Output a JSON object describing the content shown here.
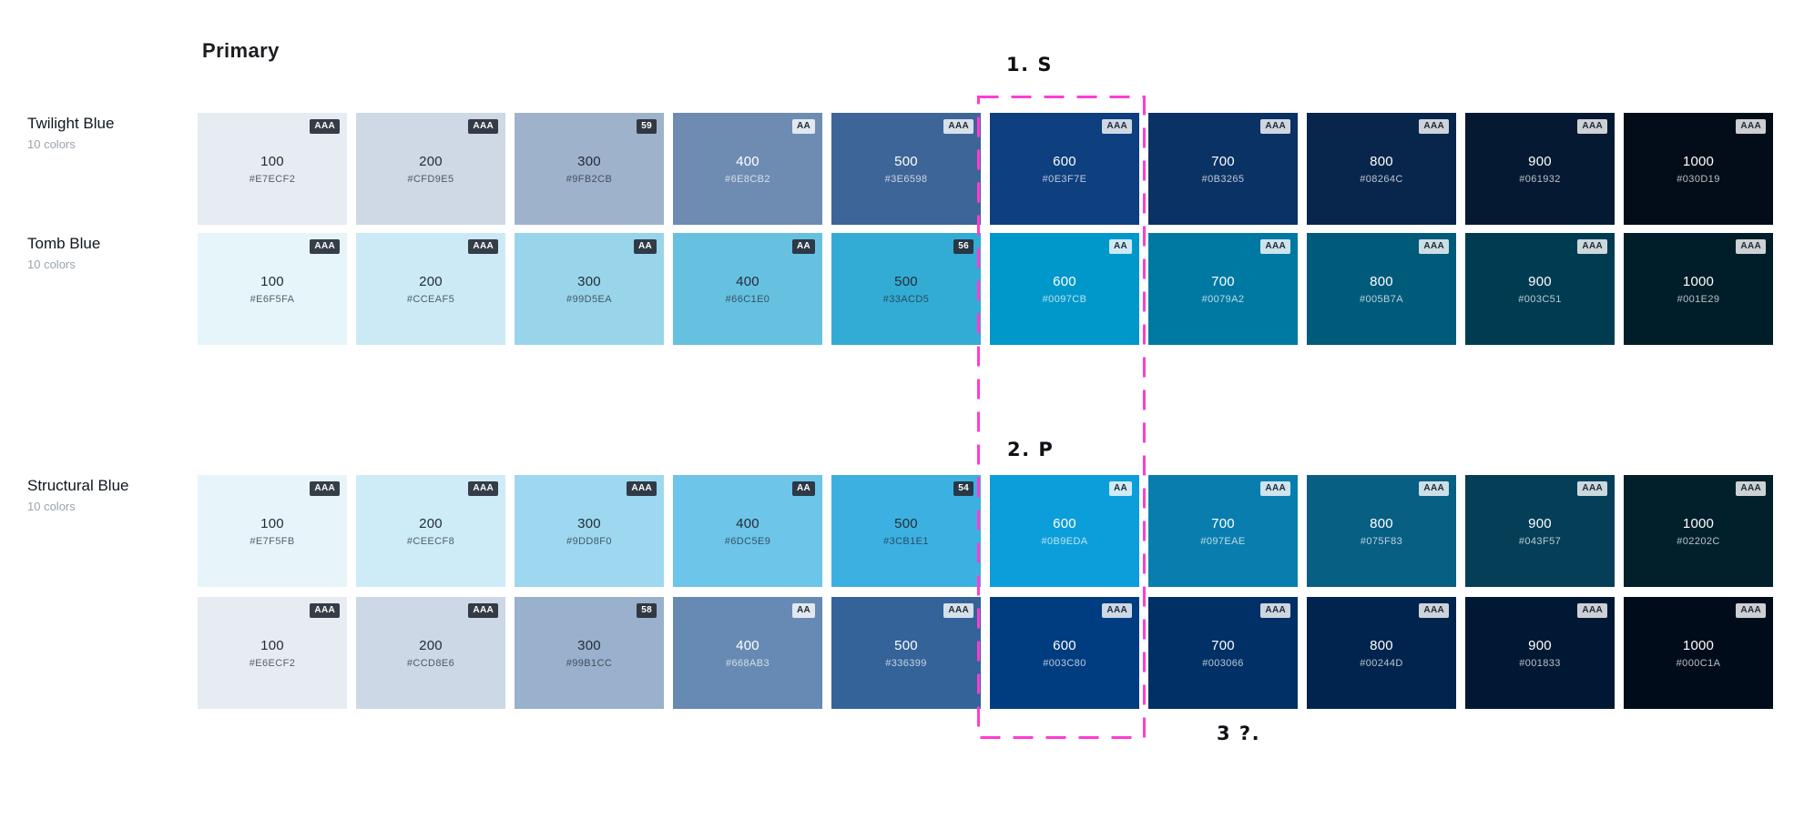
{
  "title": "Primary",
  "annotations": {
    "step1": "1. S",
    "step2": "2. P",
    "step3": "3 ?."
  },
  "highlight": {
    "color": "#FF3DD2"
  },
  "palettes": [
    {
      "name": "Twilight Blue",
      "count_label": "10 colors",
      "swatches": [
        {
          "step": "100",
          "hex": "#E7ECF2",
          "badge": "AAA",
          "badge_style": "dark",
          "text_tone": "dark"
        },
        {
          "step": "200",
          "hex": "#CFD9E5",
          "badge": "AAA",
          "badge_style": "dark",
          "text_tone": "dark"
        },
        {
          "step": "300",
          "hex": "#9FB2CB",
          "badge": "59",
          "badge_style": "dark",
          "text_tone": "dark"
        },
        {
          "step": "400",
          "hex": "#6E8CB2",
          "badge": "AA",
          "badge_style": "light",
          "text_tone": "light"
        },
        {
          "step": "500",
          "hex": "#3E6598",
          "badge": "AAA",
          "badge_style": "light",
          "text_tone": "light"
        },
        {
          "step": "600",
          "hex": "#0E3F7E",
          "badge": "AAA",
          "badge_style": "light",
          "text_tone": "light"
        },
        {
          "step": "700",
          "hex": "#0B3265",
          "badge": "AAA",
          "badge_style": "light",
          "text_tone": "light"
        },
        {
          "step": "800",
          "hex": "#08264C",
          "badge": "AAA",
          "badge_style": "light",
          "text_tone": "light"
        },
        {
          "step": "900",
          "hex": "#061932",
          "badge": "AAA",
          "badge_style": "light",
          "text_tone": "light"
        },
        {
          "step": "1000",
          "hex": "#030D19",
          "badge": "AAA",
          "badge_style": "light",
          "text_tone": "light"
        }
      ]
    },
    {
      "name": "Tomb Blue",
      "count_label": "10 colors",
      "swatches": [
        {
          "step": "100",
          "hex": "#E6F5FA",
          "badge": "AAA",
          "badge_style": "dark",
          "text_tone": "dark"
        },
        {
          "step": "200",
          "hex": "#CCEAF5",
          "badge": "AAA",
          "badge_style": "dark",
          "text_tone": "dark"
        },
        {
          "step": "300",
          "hex": "#99D5EA",
          "badge": "AA",
          "badge_style": "dark",
          "text_tone": "dark"
        },
        {
          "step": "400",
          "hex": "#66C1E0",
          "badge": "AA",
          "badge_style": "dark",
          "text_tone": "dark"
        },
        {
          "step": "500",
          "hex": "#33ACD5",
          "badge": "56",
          "badge_style": "dark",
          "text_tone": "dark"
        },
        {
          "step": "600",
          "hex": "#0097CB",
          "badge": "AA",
          "badge_style": "light",
          "text_tone": "light"
        },
        {
          "step": "700",
          "hex": "#0079A2",
          "badge": "AAA",
          "badge_style": "light",
          "text_tone": "light"
        },
        {
          "step": "800",
          "hex": "#005B7A",
          "badge": "AAA",
          "badge_style": "light",
          "text_tone": "light"
        },
        {
          "step": "900",
          "hex": "#003C51",
          "badge": "AAA",
          "badge_style": "light",
          "text_tone": "light"
        },
        {
          "step": "1000",
          "hex": "#001E29",
          "badge": "AAA",
          "badge_style": "light",
          "text_tone": "light"
        }
      ]
    },
    {
      "name": "Structural Blue",
      "count_label": "10 colors",
      "swatches": [
        {
          "step": "100",
          "hex": "#E7F5FB",
          "badge": "AAA",
          "badge_style": "dark",
          "text_tone": "dark"
        },
        {
          "step": "200",
          "hex": "#CEECF8",
          "badge": "AAA",
          "badge_style": "dark",
          "text_tone": "dark"
        },
        {
          "step": "300",
          "hex": "#9DD8F0",
          "badge": "AAA",
          "badge_style": "dark",
          "text_tone": "dark"
        },
        {
          "step": "400",
          "hex": "#6DC5E9",
          "badge": "AA",
          "badge_style": "dark",
          "text_tone": "dark"
        },
        {
          "step": "500",
          "hex": "#3CB1E1",
          "badge": "54",
          "badge_style": "dark",
          "text_tone": "dark"
        },
        {
          "step": "600",
          "hex": "#0B9EDA",
          "badge": "AA",
          "badge_style": "light",
          "text_tone": "light"
        },
        {
          "step": "700",
          "hex": "#097EAE",
          "badge": "AAA",
          "badge_style": "light",
          "text_tone": "light"
        },
        {
          "step": "800",
          "hex": "#075F83",
          "badge": "AAA",
          "badge_style": "light",
          "text_tone": "light"
        },
        {
          "step": "900",
          "hex": "#043F57",
          "badge": "AAA",
          "badge_style": "light",
          "text_tone": "light"
        },
        {
          "step": "1000",
          "hex": "#02202C",
          "badge": "AAA",
          "badge_style": "light",
          "text_tone": "light"
        }
      ]
    },
    {
      "name": "",
      "count_label": "",
      "swatches": [
        {
          "step": "100",
          "hex": "#E6ECF2",
          "badge": "AAA",
          "badge_style": "dark",
          "text_tone": "dark"
        },
        {
          "step": "200",
          "hex": "#CCD8E6",
          "badge": "AAA",
          "badge_style": "dark",
          "text_tone": "dark"
        },
        {
          "step": "300",
          "hex": "#99B1CC",
          "badge": "58",
          "badge_style": "dark",
          "text_tone": "dark"
        },
        {
          "step": "400",
          "hex": "#668AB3",
          "badge": "AA",
          "badge_style": "light",
          "text_tone": "light"
        },
        {
          "step": "500",
          "hex": "#336399",
          "badge": "AAA",
          "badge_style": "light",
          "text_tone": "light"
        },
        {
          "step": "600",
          "hex": "#003C80",
          "badge": "AAA",
          "badge_style": "light",
          "text_tone": "light"
        },
        {
          "step": "700",
          "hex": "#003066",
          "badge": "AAA",
          "badge_style": "light",
          "text_tone": "light"
        },
        {
          "step": "800",
          "hex": "#00244D",
          "badge": "AAA",
          "badge_style": "light",
          "text_tone": "light"
        },
        {
          "step": "900",
          "hex": "#001833",
          "badge": "AAA",
          "badge_style": "light",
          "text_tone": "light"
        },
        {
          "step": "1000",
          "hex": "#000C1A",
          "badge": "AAA",
          "badge_style": "light",
          "text_tone": "light"
        }
      ]
    }
  ]
}
